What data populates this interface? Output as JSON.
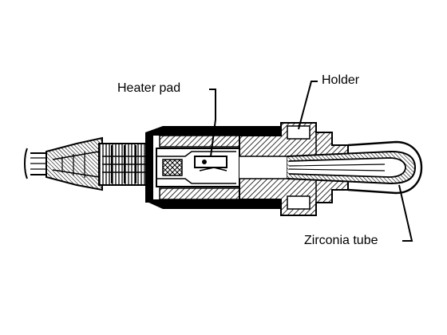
{
  "labels": {
    "heater_pad": "Heater pad",
    "holder": "Holder",
    "zirconia_tube": "Zirconia tube"
  },
  "colors": {
    "ink": "#000000",
    "background": "#ffffff"
  }
}
